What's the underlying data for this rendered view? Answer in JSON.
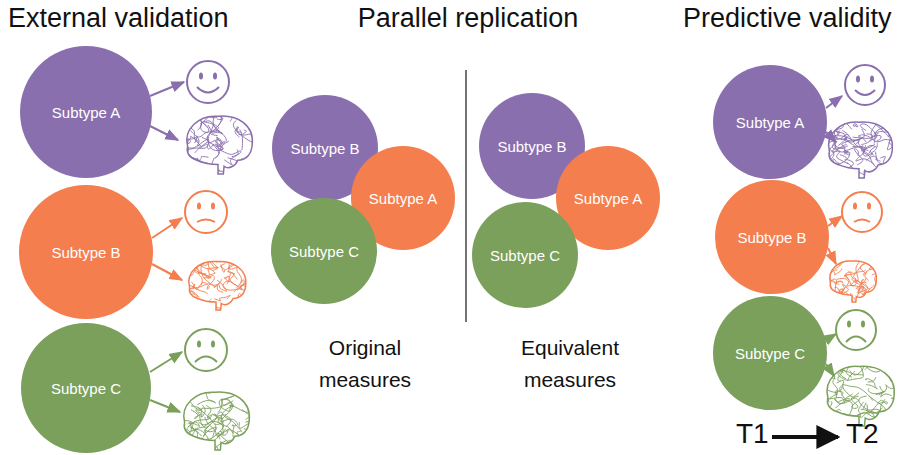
{
  "diagram": {
    "nodes": [
      {
        "text": [
          "Subtype A"
        ]
      },
      {
        "text": [
          "Subtype B"
        ]
      },
      {
        "text": [
          "Subtype C"
        ]
      },
      {
        "text": [
          "Subtype B"
        ]
      },
      {
        "text": [
          "Subtype A"
        ]
      },
      {
        "text": [
          "Subtype C"
        ]
      },
      {
        "text": [
          "Subtype B"
        ]
      },
      {
        "text": [
          "Subtype A"
        ]
      },
      {
        "text": [
          "Subtype C"
        ]
      },
      {
        "text": [
          "Subtype A"
        ]
      },
      {
        "text": [
          "Subtype B"
        ]
      },
      {
        "text": [
          "Subtype C"
        ]
      }
    ],
    "labels": [
      "External validation",
      "Parallel replication",
      "Predictive validity",
      "Original measures",
      "Equivalent measures",
      "T1",
      "T2"
    ]
  }
}
